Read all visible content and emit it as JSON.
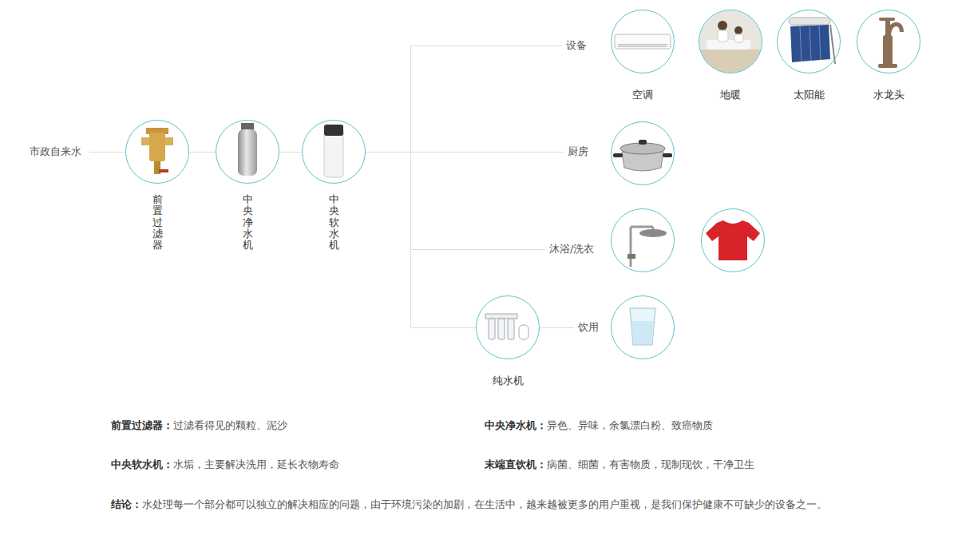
{
  "diagram": {
    "nodes": [
      {
        "text": [
          "前置过滤器"
        ]
      },
      {
        "text": [
          "中央净水机"
        ]
      },
      {
        "text": [
          "中央软水机"
        ]
      },
      {
        "text": [
          "空调"
        ]
      },
      {
        "text": [
          "地暖"
        ]
      },
      {
        "text": [
          "太阳能"
        ]
      },
      {
        "text": [
          "水龙头"
        ]
      },
      {
        "text": [
          "纯水机"
        ]
      }
    ],
    "edges": [
      {
        "from": 0,
        "to": 1,
        "arrow": "none"
      },
      {
        "from": 1,
        "to": 2,
        "arrow": "none"
      },
      {
        "from": 2,
        "to": 7,
        "arrow": "none"
      }
    ],
    "labels": [
      "市政自来水",
      "设备",
      "厨房",
      "沐浴/洗衣",
      "饮用",
      "前置过滤器：",
      "过滤看得见的颗粒、泥沙",
      "中央净水机：",
      "异色、异味，余氯漂白粉、致癌物质",
      "中央软水机：",
      "水垢，主要解决洗用，延长衣物寿命",
      "末端直饮机：",
      "病菌、细菌，有害物质，现制现饮，干净卫生",
      "结论：",
      "水处理每一个部分都可以独立的解决相应的问题，由于环境污染的加剧，在生活中，越来越被更多的用户重视，是我们保护健康不可缺少的设备之一。"
    ]
  }
}
